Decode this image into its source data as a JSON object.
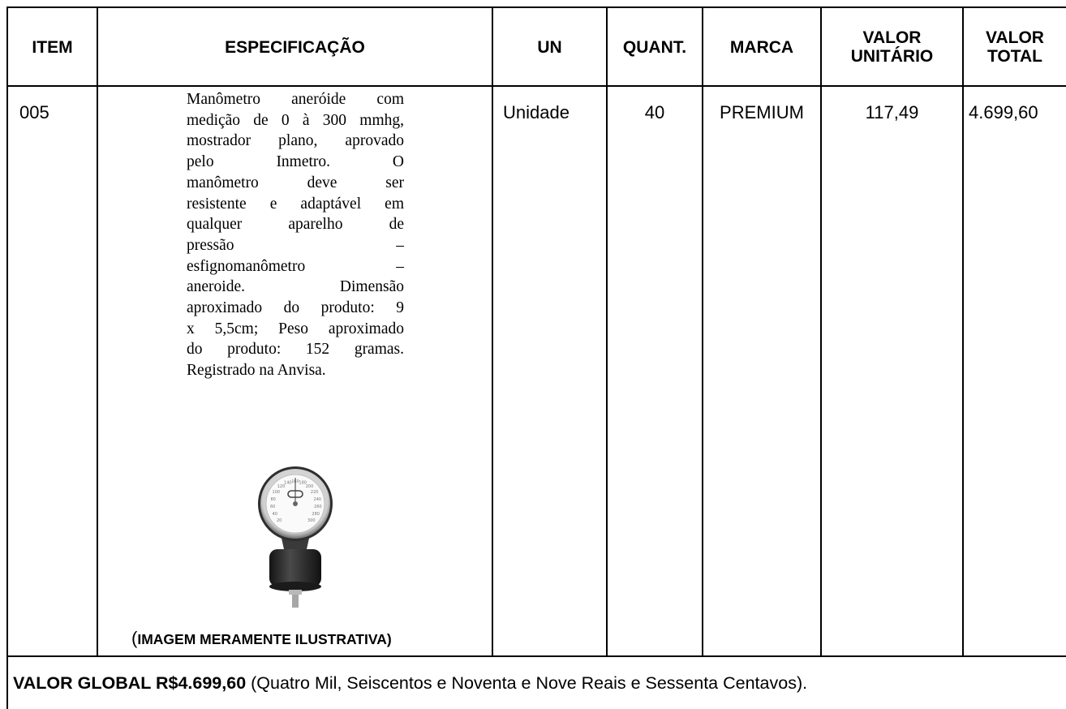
{
  "table": {
    "headers": {
      "item": "ITEM",
      "especificacao": "ESPECIFICAÇÃO",
      "un": "UN",
      "quant": "QUANT.",
      "marca": "MARCA",
      "valor_unitario_1": "VALOR",
      "valor_unitario_2": "UNITÁRIO",
      "valor_total_1": "VALOR",
      "valor_total_2": "TOTAL"
    },
    "row": {
      "item": "005",
      "especificacao_lines": [
        "Manômetro aneróide com",
        "medição de 0 à 300 mmhg,",
        "mostrador plano, aprovado",
        "pelo Inmetro. O",
        "manômetro deve ser",
        "resistente e adaptável em",
        "qualquer aparelho de",
        "pressão –",
        "esfignomanômetro –",
        "aneroide. Dimensão",
        "aproximado do produto: 9",
        "x 5,5cm; Peso aproximado",
        "do produto: 152 gramas.",
        "Registrado na Anvisa."
      ],
      "image_caption_paren": "(",
      "image_caption": "IMAGEM MERAMENTE ILUSTRATIVA)",
      "un": "Unidade",
      "quant": "40",
      "marca": "PREMIUM",
      "valor_unitario": "117,49",
      "valor_total": "4.699,60"
    },
    "footer": {
      "bold": "VALOR GLOBAL R$4.699,60",
      "rest": " (Quatro Mil, Seiscentos e Noventa e Nove Reais e Sessenta Centavos)."
    }
  },
  "gauge_dial_numbers": [
    "20",
    "40",
    "60",
    "80",
    "100",
    "120",
    "140",
    "160",
    "180",
    "200",
    "220",
    "240",
    "260",
    "280",
    "300"
  ],
  "colors": {
    "border": "#000000",
    "gauge_body": "#2a2a2a"
  }
}
